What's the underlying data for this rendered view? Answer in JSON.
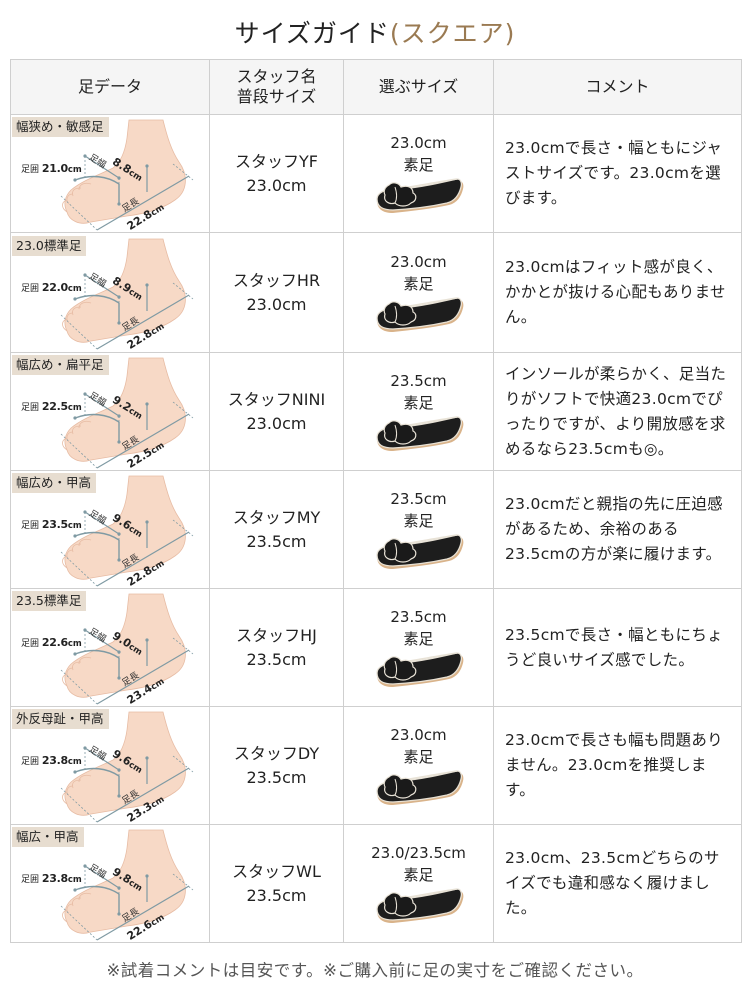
{
  "title": {
    "main": "サイズガイド",
    "accent": "(スクエア)",
    "accent_color": "#9a7a52"
  },
  "table": {
    "headers": {
      "foot_data": "足データ",
      "staff_line1": "スタッフ名",
      "staff_line2": "普段サイズ",
      "chosen_size": "選ぶサイズ",
      "comment": "コメント"
    },
    "labels": {
      "girth": "足囲",
      "width": "足幅",
      "length": "足長",
      "unit": "cm",
      "barefoot": "素足"
    },
    "rows": [
      {
        "foot_type": "幅狭め・敏感足",
        "girth": "21.0",
        "width": "8.8",
        "length": "22.8",
        "staff_name": "スタッフYF",
        "usual_size": "23.0cm",
        "chosen_size": "23.0cm",
        "comment": "23.0cmで長さ・幅ともにジャストサイズです。23.0cmを選びます。"
      },
      {
        "foot_type": "23.0標準足",
        "girth": "22.0",
        "width": "8.9",
        "length": "22.8",
        "staff_name": "スタッフHR",
        "usual_size": "23.0cm",
        "chosen_size": "23.0cm",
        "comment": "23.0cmはフィット感が良く、かかとが抜ける心配もありません。"
      },
      {
        "foot_type": "幅広め・扁平足",
        "girth": "22.5",
        "width": "9.2",
        "length": "22.5",
        "staff_name": "スタッフNINI",
        "usual_size": "23.0cm",
        "chosen_size": "23.5cm",
        "comment": "インソールが柔らかく、足当たりがソフトで快適23.0cmでぴったりですが、より開放感を求めるなら23.5cmも◎。"
      },
      {
        "foot_type": "幅広め・甲高",
        "girth": "23.5",
        "width": "9.6",
        "length": "22.8",
        "staff_name": "スタッフMY",
        "usual_size": "23.5cm",
        "chosen_size": "23.5cm",
        "comment": "23.0cmだと親指の先に圧迫感があるため、余裕のある23.5cmの方が楽に履けます。"
      },
      {
        "foot_type": "23.5標準足",
        "girth": "22.6",
        "width": "9.0",
        "length": "23.4",
        "staff_name": "スタッフHJ",
        "usual_size": "23.5cm",
        "chosen_size": "23.5cm",
        "comment": "23.5cmで長さ・幅ともにちょうど良いサイズ感でした。"
      },
      {
        "foot_type": "外反母趾・甲高",
        "girth": "23.8",
        "width": "9.6",
        "length": "23.3",
        "staff_name": "スタッフDY",
        "usual_size": "23.5cm",
        "chosen_size": "23.0cm",
        "comment": "23.0cmで長さも幅も問題ありません。23.0cmを推奨します。"
      },
      {
        "foot_type": "幅広・甲高",
        "girth": "23.8",
        "width": "9.8",
        "length": "22.6",
        "staff_name": "スタッフWL",
        "usual_size": "23.5cm",
        "chosen_size": "23.0/23.5cm",
        "comment": "23.0cm、23.5cmどちらのサイズでも違和感なく履けました。"
      }
    ]
  },
  "footer_note": "※試着コメントは目安です。※ご購入前に足の実寸をご確認ください。"
}
